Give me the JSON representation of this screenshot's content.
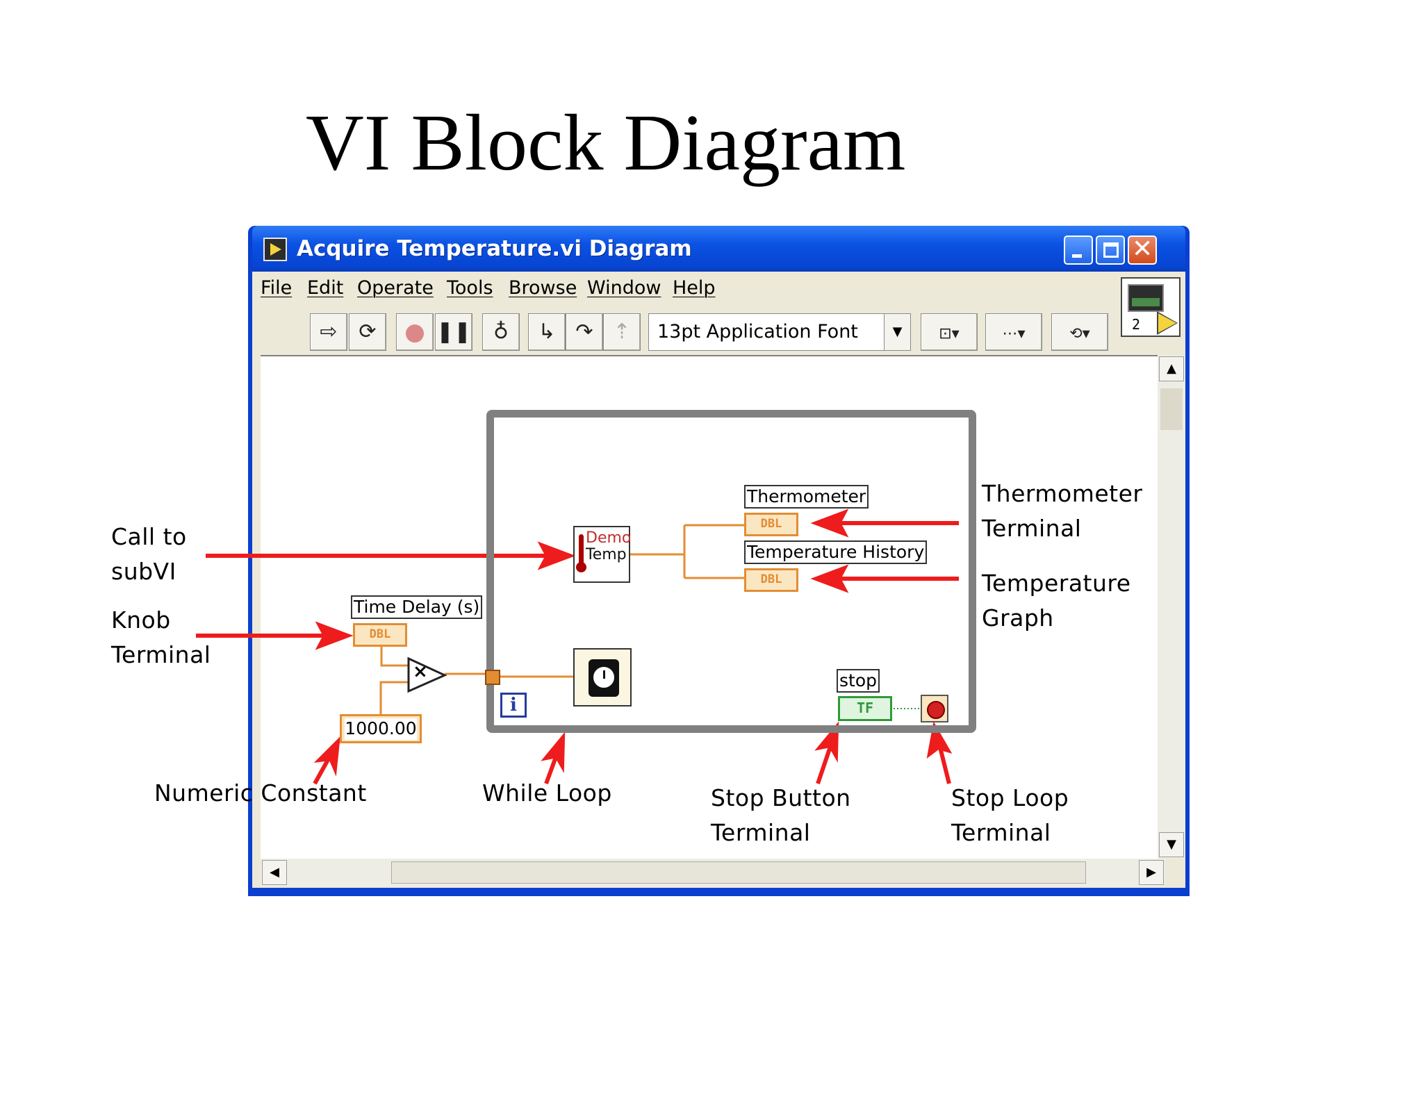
{
  "slide_title": "VI Block Diagram",
  "window": {
    "title": "Acquire Temperature.vi Diagram",
    "menu": [
      "File",
      "Edit",
      "Operate",
      "Tools",
      "Browse",
      "Window",
      "Help"
    ],
    "font_select": "13pt Application Font",
    "vi_icon_number": "2"
  },
  "diagram": {
    "thermometer_label": "Thermometer",
    "temperature_history_label": "Temperature History",
    "time_delay_label": "Time Delay (s)",
    "stop_label": "stop",
    "dbl_text": "DBL",
    "tf_text": "TF",
    "subvi_line1": "Demo",
    "subvi_line2": "Temp",
    "iteration_symbol": "i",
    "numeric_constant": "1000.00",
    "multiply_symbol": "×"
  },
  "callouts": {
    "call_subvi_1": "Call to",
    "call_subvi_2": "subVI",
    "knob_1": "Knob",
    "knob_2": "Terminal",
    "thermometer_1": "Thermometer",
    "thermometer_2": "Terminal",
    "graph_1": "Temperature",
    "graph_2": "Graph",
    "numeric_constant": "Numeric Constant",
    "while_loop": "While Loop",
    "stop_button_1": "Stop Button",
    "stop_button_2": "Terminal",
    "stop_loop_1": "Stop Loop",
    "stop_loop_2": "Terminal"
  },
  "colors": {
    "arrow": "#ee1c1c",
    "wire_orange": "#e38d32",
    "wire_green": "#2e9a3a",
    "loop_gray": "#808080",
    "xp_blue": "#0a3fd0"
  }
}
